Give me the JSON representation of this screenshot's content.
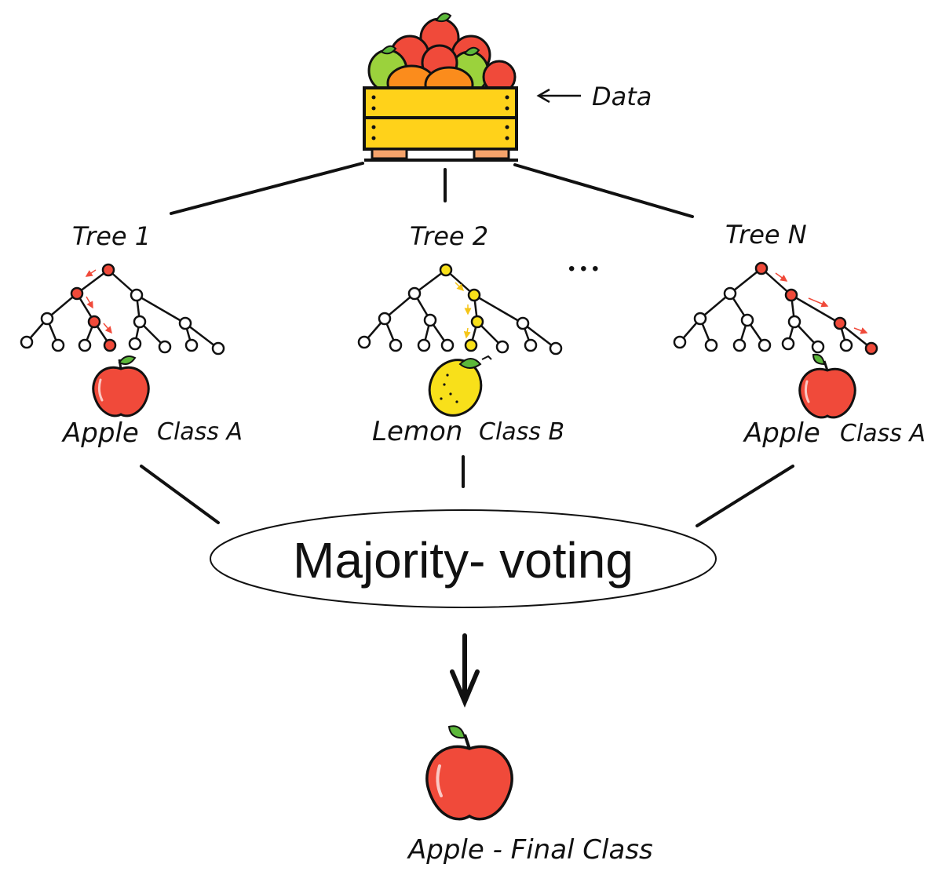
{
  "data_label": "Data",
  "ellipsis": "• • •",
  "trees": [
    {
      "title": "Tree 1",
      "prediction": "Apple",
      "class_label": "Class A",
      "fruit_icon": "apple-icon",
      "path_color": "#f04a3a"
    },
    {
      "title": "Tree 2",
      "prediction": "Lemon",
      "class_label": "Class B",
      "fruit_icon": "lemon-icon",
      "path_color": "#f5c518"
    },
    {
      "title": "Tree N",
      "prediction": "Apple",
      "class_label": "Class A",
      "fruit_icon": "apple-icon",
      "path_color": "#f04a3a"
    }
  ],
  "vote_label": "Majority- voting",
  "result_label": "Apple - Final Class",
  "result_icon": "apple-icon",
  "data_icon": "fruit-crate-icon",
  "colors": {
    "apple": "#f04a3a",
    "lemon": "#f8e01a",
    "leaf": "#5cb83a",
    "crate": "#ffd21a",
    "orange": "#fb8c1c",
    "pear": "#9bd23c",
    "outline": "#111111"
  }
}
